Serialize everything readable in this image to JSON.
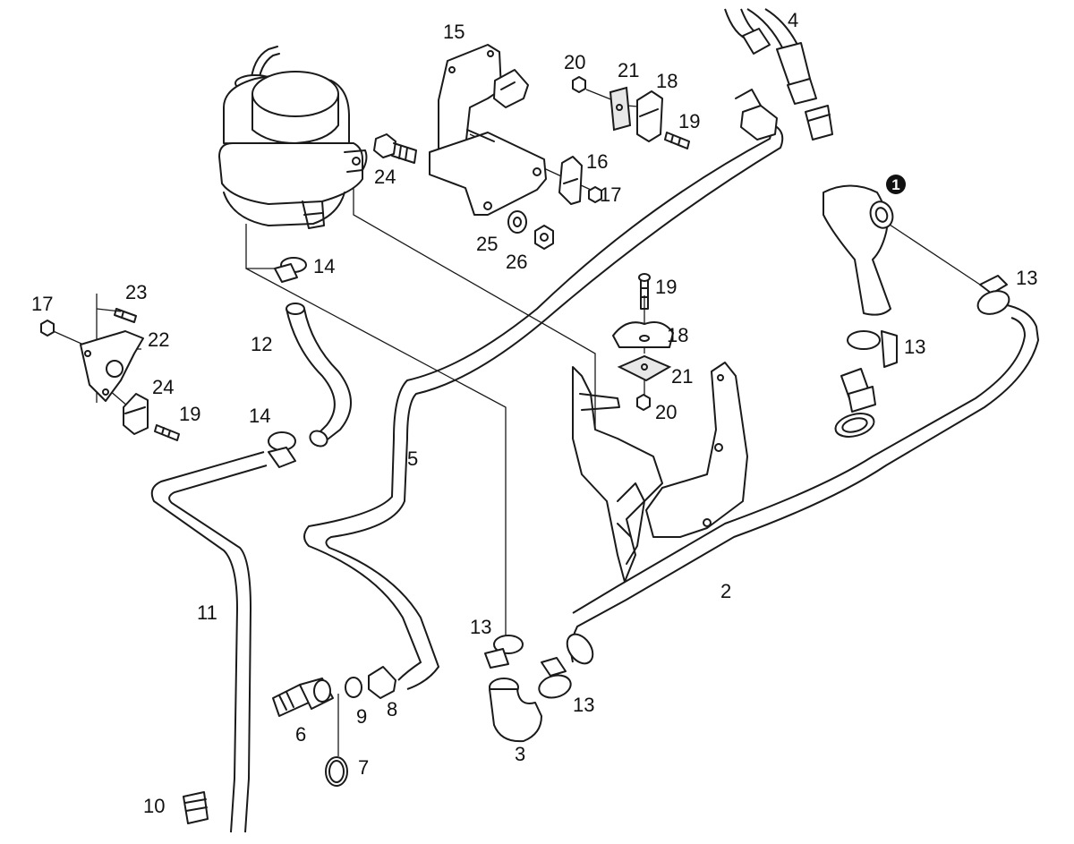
{
  "callouts": {
    "c1": "1",
    "c2": "2",
    "c3": "3",
    "c4": "4",
    "c5": "5",
    "c6": "6",
    "c7": "7",
    "c8": "8",
    "c9": "9",
    "c10": "10",
    "c11": "11",
    "c12": "12",
    "c13a": "13",
    "c13b": "13",
    "c13c": "13",
    "c13d": "13",
    "c14a": "14",
    "c14b": "14",
    "c15": "15",
    "c16": "16",
    "c17a": "17",
    "c17b": "17",
    "c18a": "18",
    "c18b": "18",
    "c19a": "19",
    "c19b": "19",
    "c19c": "19",
    "c20a": "20",
    "c20b": "20",
    "c21a": "21",
    "c21b": "21",
    "c22": "22",
    "c23": "23",
    "c24a": "24",
    "c24b": "24",
    "c25": "25",
    "c26": "26"
  }
}
